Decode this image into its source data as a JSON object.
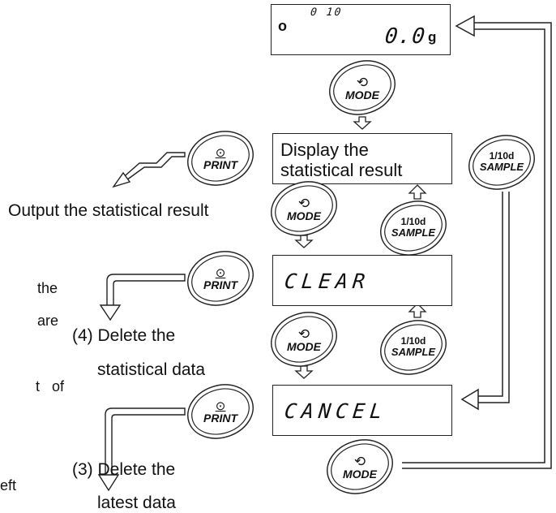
{
  "top_display": {
    "count": "0 10",
    "weight": "0.0",
    "unit": "g",
    "indicator": "o"
  },
  "displays": {
    "statistical": "Display the statistical result",
    "statistical_line1": "Display the",
    "statistical_line2": "statistical result",
    "clear": "CLEAR",
    "cancel": "CANCEL"
  },
  "buttons": {
    "mode": "MODE",
    "print": "PRINT",
    "sample_top": "1/10d",
    "sample_bottom": "SAMPLE"
  },
  "labels": {
    "output": "Output the statistical result",
    "delete_stat_1": "(4) Delete the",
    "delete_stat_2": "statistical data",
    "delete_latest_1": "(3) Delete the",
    "delete_latest_2": "latest data"
  },
  "left_fragments": [
    "the",
    "are",
    "t   of",
    "eft"
  ]
}
